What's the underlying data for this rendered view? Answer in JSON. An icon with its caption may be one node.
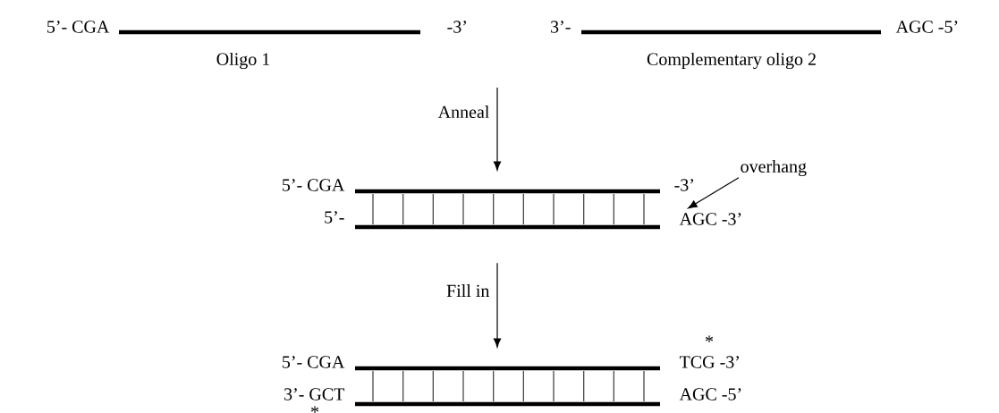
{
  "diagram": {
    "nodes": [
      {
        "text": [
          "Oligo 1"
        ],
        "beside": [
          "5’- CGA",
          "-3’"
        ]
      },
      {
        "text": [
          "Complementary oligo 2"
        ],
        "beside": [
          "3’-",
          "AGC -5’"
        ]
      },
      {
        "text": [],
        "shape": "picture",
        "beside": [
          "5’- CGA",
          "-3’",
          "5’-",
          "AGC -3’"
        ]
      },
      {
        "text": [
          "overhang"
        ]
      },
      {
        "text": [],
        "shape": "picture",
        "beside": [
          "5’- CGA",
          "TCG -3’",
          "3’- GCT",
          "AGC -5’",
          "*",
          "*"
        ]
      }
    ],
    "edges": [
      {
        "from": null,
        "to": 2,
        "arrow": "to",
        "label": "Anneal"
      },
      {
        "from": 2,
        "to": 4,
        "arrow": "to",
        "label": "Fill in"
      },
      {
        "from": 3,
        "to": 2,
        "arrow": "to"
      }
    ]
  }
}
